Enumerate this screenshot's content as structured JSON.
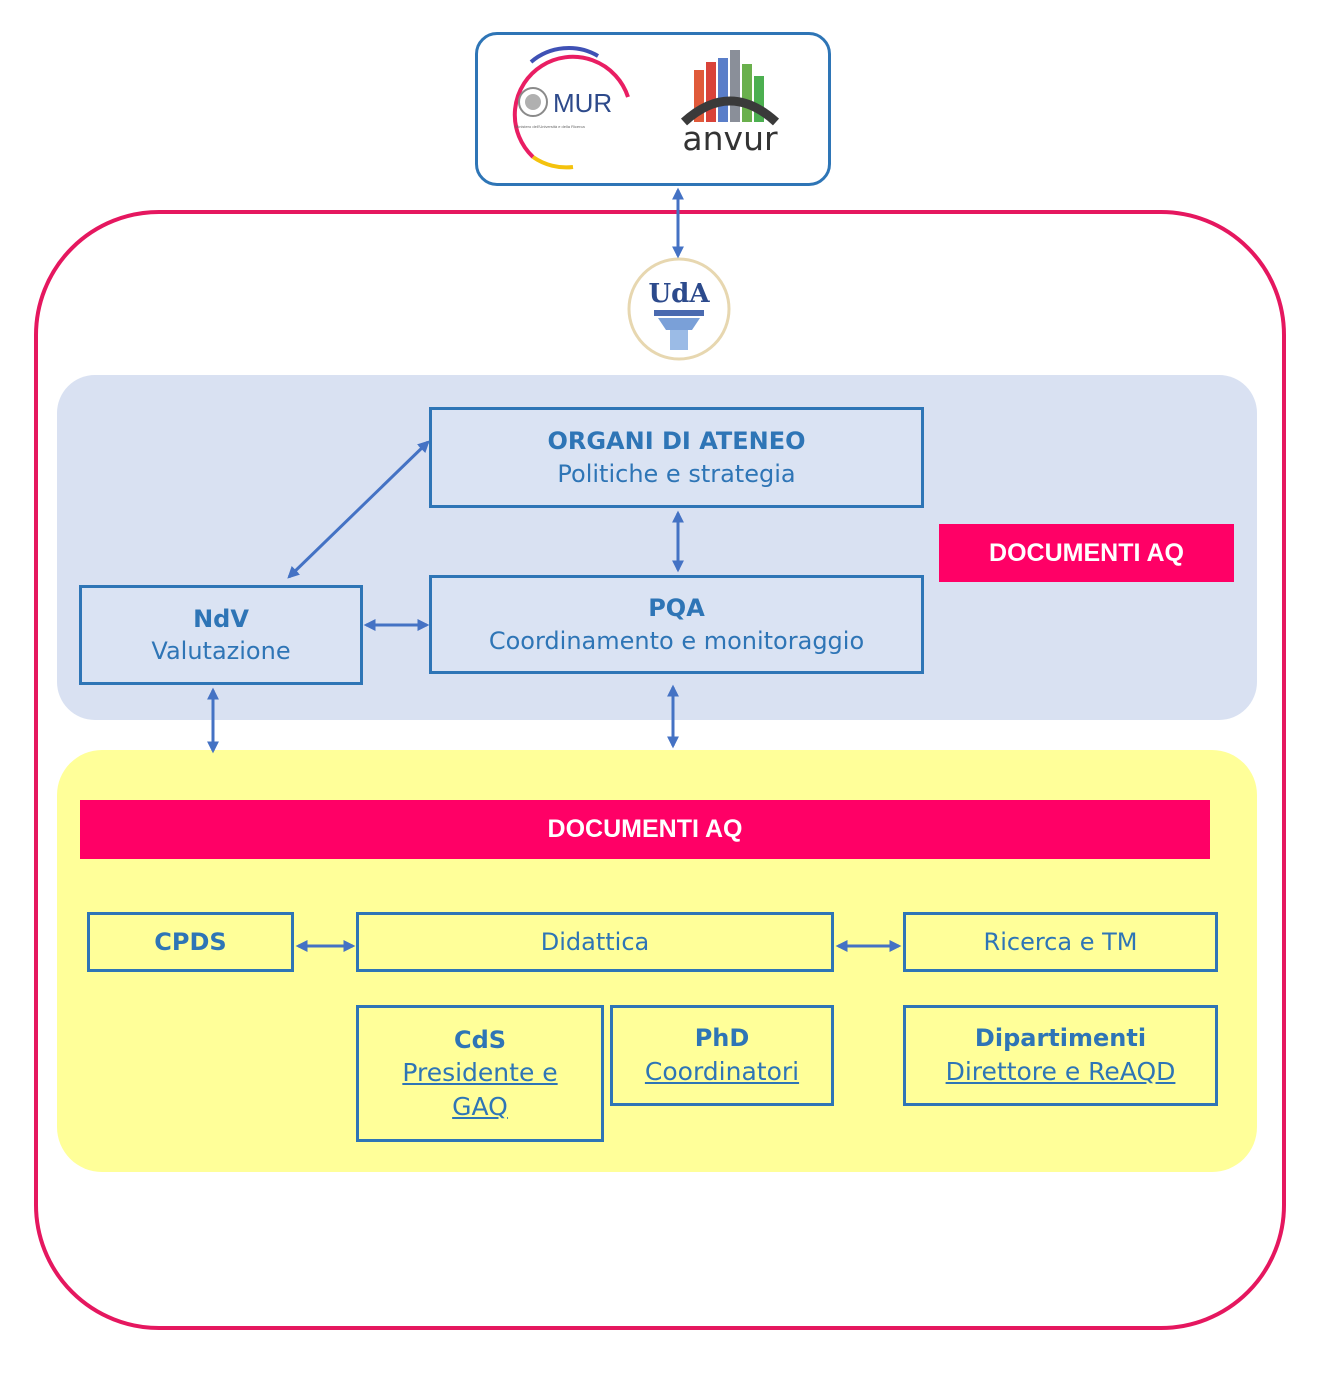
{
  "logos": {
    "mur_text": "MUR",
    "mur_subtext": "Ministero dell'Università e della Ricerca",
    "anvur_text": "anvur",
    "uda_text": "UdA"
  },
  "organi": {
    "title": "ORGANI DI ATENEO",
    "subtitle": "Politiche e strategia"
  },
  "pqa": {
    "title": "PQA",
    "subtitle": "Coordinamento e monitoraggio"
  },
  "ndv": {
    "title": "NdV",
    "subtitle": "Valutazione"
  },
  "banners": {
    "right": "DOCUMENTI AQ",
    "bottom": "DOCUMENTI AQ"
  },
  "row1": {
    "cpds": "CPDS",
    "didattica": "Didattica",
    "ricerca": "Ricerca e TM"
  },
  "cds": {
    "title": "CdS",
    "line1": "Presidente e",
    "line2": "GAQ"
  },
  "phd": {
    "title": "PhD",
    "subtitle": "Coordinatori"
  },
  "dipartimenti": {
    "title": "Dipartimenti",
    "subtitle": "Direttore e ReAQD"
  },
  "colors": {
    "frame": "#e5175f",
    "banner": "#ff0066",
    "node_border": "#2e75b6",
    "arrow": "#4472c4",
    "blue_panel": "#d9e1f2",
    "yellow_panel": "#ffff99"
  }
}
